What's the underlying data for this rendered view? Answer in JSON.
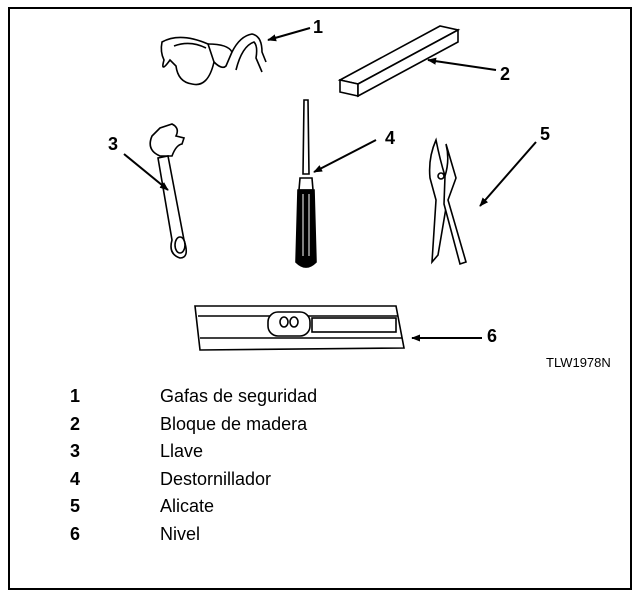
{
  "callouts": [
    "1",
    "2",
    "3",
    "4",
    "5",
    "6"
  ],
  "drawing_code": "TLW1978N",
  "legend": [
    {
      "num": "1",
      "label": "Gafas de seguridad"
    },
    {
      "num": "2",
      "label": "Bloque de madera"
    },
    {
      "num": "3",
      "label": "Llave"
    },
    {
      "num": "4",
      "label": "Destornillador"
    },
    {
      "num": "5",
      "label": "Alicate"
    },
    {
      "num": "6",
      "label": "Nivel"
    }
  ]
}
